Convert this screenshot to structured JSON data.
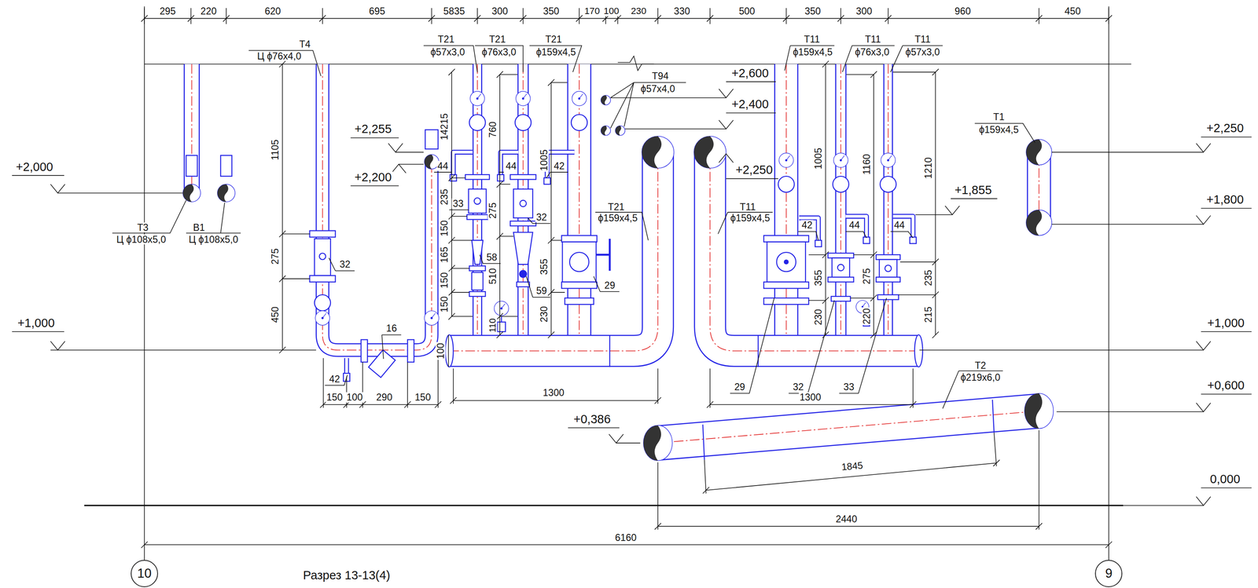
{
  "diagram": {
    "title": "Разрез 13-13(4)",
    "nodes": [
      {
        "text": [
          "10"
        ]
      },
      {
        "text": [
          "9"
        ]
      }
    ],
    "labels": [
      "295",
      "220",
      "620",
      "695",
      "5835",
      "300",
      "350",
      "170",
      "100",
      "230",
      "330",
      "500",
      "350",
      "300",
      "960",
      "450",
      "Т4",
      "Ц ϕ76x4,0",
      "Т21",
      "ϕ57x3,0",
      "Т21",
      "ϕ76x3,0",
      "Т21",
      "ϕ159x4,5",
      "Т94",
      "ϕ57x4,0",
      "Т11",
      "ϕ159x4,5",
      "Т11",
      "ϕ76x3,0",
      "Т11",
      "ϕ57x3,0",
      "Т1",
      "ϕ159x4,5",
      "Т3",
      "Ц ϕ108x5,0",
      "В1",
      "Ц ϕ108x5,0",
      "Т21",
      "ϕ159x4,5",
      "Т11",
      "ϕ159x4,5",
      "Т2",
      "ϕ219x6,0",
      "+2,000",
      "+1,000",
      "+2,255",
      "+2,200",
      "+2,600",
      "+2,400",
      "+2,250",
      "+1,855",
      "+2,250",
      "+1,800",
      "+1,000",
      "+0,600",
      "+0,386",
      "0,000",
      "1105",
      "275",
      "450",
      "14215",
      "235",
      "150",
      "165",
      "150",
      "150",
      "100",
      "760",
      "275",
      "510",
      "110",
      "1005",
      "355",
      "230",
      "1005",
      "355",
      "230",
      "1160",
      "275",
      "220",
      "1210",
      "235",
      "215",
      "32",
      "42",
      "16",
      "44",
      "33",
      "58",
      "44",
      "32",
      "59",
      "42",
      "29",
      "42",
      "44",
      "44",
      "29",
      "32",
      "33",
      "150",
      "100",
      "290",
      "150",
      "1300",
      "1300",
      "1845",
      "2440",
      "6160"
    ]
  }
}
